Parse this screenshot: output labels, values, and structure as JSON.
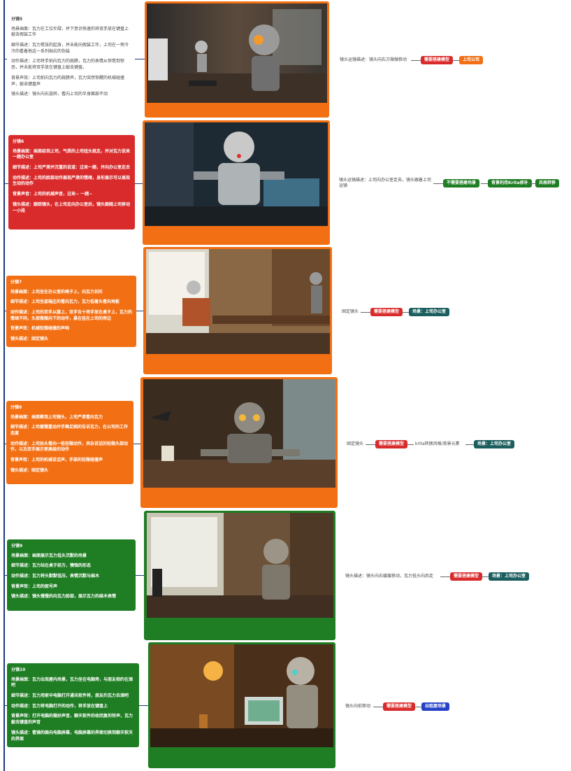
{
  "colors": {
    "red": "#d92b2b",
    "orange": "#f26f14",
    "green": "#1f7d23",
    "teal": "#1c5e5e",
    "blue": "#2541c8",
    "connector": "#1d3b7a"
  },
  "shots": [
    {
      "title": "分镜5",
      "lines": [
        "场景画面：瓦力在工位忙碌，并下意识快速的将双手放在键盘上敲击假装工作",
        "细节描述：瓦力慌张的起身，并未能向假装工作，上司在一旁冷冷的看着他这一系列拙劣的伪装",
        "动作描述：上司将手拍向瓦力的肩膀，瓦力的表情从惊慌到惊恐，并未能将双手放在键盘上敲击键盘。",
        "背景声效：上司拍向瓦力的肩膀声，瓦力突然惊醒的机械碰撞声，敲击键盘声",
        "镜头描述：镜头向右旋转，看向上司的半身面部不动"
      ],
      "desc": "镜头运镜描述：镜头向右方微微移动",
      "tags": [
        "需要搭建模型",
        "上司公司"
      ]
    },
    {
      "title": "分镜6",
      "lines": [
        "场景画面：画面给到上司，气质的上司扭头就走，并对瓦力说来一趟办公室",
        "细节描述：上司严肃并沉重的说道：过来一趟，并向办公室走去",
        "动作描述：上司的脸部动作展现严肃的情绪，身形展示可以展现生动的动作",
        "背景声音：上司的机械声音，过来~ 一趟~",
        "镜头描述：跟踪镜头，在上司走向办公室后，镜头跟随上司移动一小段"
      ],
      "desc": "镜头运镜描述：上司向办公室走去，镜头跟着上司运镜",
      "tags": [
        "不需要搭建场景",
        "背景利用Krita修补",
        "风格转移"
      ]
    },
    {
      "title": "分镜7",
      "lines": [
        "场景画面：上司坐在办公室的椅子上，向瓦力训斥",
        "细节描述：上司坐姿端庄的看向瓦力，瓦力低着头看向地板",
        "动作描述：上司的双手从膝上，双手合十将手放在桌子上，瓦力的情绪不同，头部微微向下的动作，悬在挂在上司的旁边",
        "背景声效：机械轻微碰撞的声响",
        "镜头描述：固定镜头"
      ],
      "desc": "固定镜头",
      "tags": [
        "需要搭建模型",
        "场景：上司办公室"
      ]
    },
    {
      "title": "分镜8",
      "lines": [
        "场景画面：画面聚到上司镜头，上司严肃看向瓦力",
        "细节描述：上司缓慢重动并手舞足蹈的告诉瓦力，在公司的工作态度",
        "动作描述：上司抬头看向一些轻微动作，夹杂说话的轻微头部动作，以及双手展示更高级的动作",
        "背景声效：上司的机械说话声，手部的轻微碰撞声",
        "镜头描述：固定镜头"
      ],
      "desc": "固定镜头",
      "mid": "krita转换风格/背景元素",
      "tags": [
        "需要搭建模型",
        "场景：上司办公室"
      ]
    },
    {
      "title": "分镜9",
      "lines": [
        "场景画面：画面展示瓦力低头沉默的场景",
        "细节描述：瓦力站在桌子前方，懊恼的形态",
        "动作描述：瓦力将头默默低压，表情沉默与麻木",
        "背景声效：上司的叙号声",
        "镜头描述：镜头慢慢的向瓦力脸部，展示瓦力的麻木表情"
      ],
      "desc": "镜头描述：镜头向右缓缓移动，瓦力低头向后走",
      "tags": [
        "需要搭建模型",
        "场景：上司办公室"
      ]
    },
    {
      "title": "分镜10",
      "lines": [
        "场景画面：瓦力出现屋内场景，瓦力坐在电脑旁，与朋友相约在酒吧",
        "细节描述：瓦力用家中电脑打开通讯软件将，朋友约瓦力去酒吧",
        "动作描述：瓦力将电脑打开的动作，将手放在键盘上",
        "背景声效：打开电脑的微妙声音，聊天软件的收回复的铃声，瓦力敲击键盘的声音",
        "镜头描述：看镜的跟向电脑屏幕，电脑屏幕的界面切换到聊天软天的界面"
      ],
      "desc": "镜头向前移动",
      "tags": [
        "需要搭建模型",
        "出租屋场景"
      ]
    }
  ]
}
